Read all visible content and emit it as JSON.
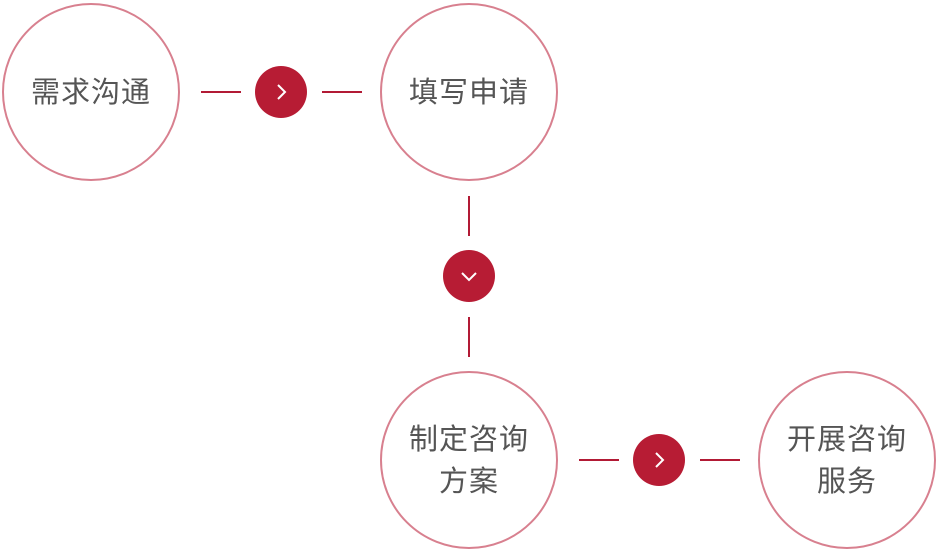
{
  "steps": [
    {
      "lines": [
        "需求沟通"
      ]
    },
    {
      "lines": [
        "填写申请"
      ]
    },
    {
      "lines": [
        "制定咨询",
        "方案"
      ]
    },
    {
      "lines": [
        "开展咨询",
        "服务"
      ]
    }
  ],
  "colors": {
    "circle_border": "#d8808f",
    "accent": "#b71c34",
    "text": "#555555"
  },
  "icons": [
    "chevron-right-icon",
    "chevron-down-icon",
    "chevron-right-icon"
  ]
}
